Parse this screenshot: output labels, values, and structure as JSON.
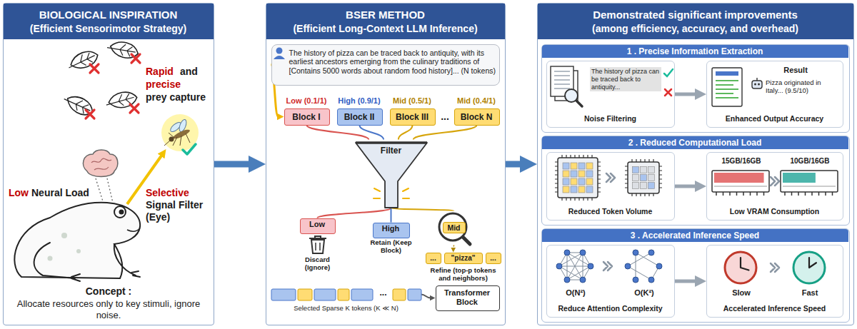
{
  "diagram": {
    "nodes": [
      {
        "text": [
          "BIOLOGICAL INSPIRATION",
          "(Efficient Sensorimotor Strategy)"
        ]
      },
      {
        "text": [
          "BSER METHOD",
          "(Efficient Long-Context LLM Inference)"
        ]
      },
      {
        "text": [
          "Demonstrated significant improvements",
          "(among efficiency, accuracy, and overhead)"
        ]
      },
      {
        "text": [
          "The history of pizza can be traced back to antiquity, with its earliest ancestors emerging from the culinary traditions of [Contains 5000 words about random food history]... (N tokens)"
        ],
        "in": 1
      },
      {
        "text": [
          "Low (0.1/1)",
          "Block I"
        ],
        "in": 1
      },
      {
        "text": [
          "High (0.9/1)",
          "Block II"
        ],
        "in": 1
      },
      {
        "text": [
          "Mid (0.5/1)",
          "Block III"
        ],
        "in": 1
      },
      {
        "text": [
          "Mid (0.4/1)",
          "Block N"
        ],
        "in": 1
      },
      {
        "text": [
          "Filter"
        ],
        "in": 1
      },
      {
        "text": [
          "Low"
        ],
        "in": 1
      },
      {
        "text": [
          "High",
          "Retain (Keep Block)"
        ],
        "in": 1
      },
      {
        "text": [
          "Mid"
        ],
        "in": 1
      },
      {
        "text": [
          "Discard (Ignore)"
        ],
        "in": 1
      },
      {
        "text": [
          "...",
          "\"pizza\"",
          "...",
          "Refine (top-p tokens and neighbors)"
        ],
        "in": 1
      },
      {
        "text": [
          "...",
          "Selected Sparse K tokens (K ≪ N)"
        ],
        "in": 1
      },
      {
        "text": [
          "Transformer Block"
        ],
        "in": 1
      },
      {
        "text": [
          "1 . Precise Information Extraction"
        ],
        "in": 2
      },
      {
        "text": [
          "The history of pizza can be traced back to antiquity...",
          "Noise Filtering"
        ],
        "in": 16
      },
      {
        "text": [
          "Result",
          "Pizza originated in Italy... (9.5/10)",
          "Enhanced Output Accuracy"
        ],
        "in": 16
      },
      {
        "text": [
          "2 . Reduced Computational Load"
        ],
        "in": 2
      },
      {
        "text": [
          "Reduced Token Volume"
        ],
        "in": 19
      },
      {
        "text": [
          "15GB/16GB",
          "10GB/16GB",
          "Low VRAM Consumption"
        ],
        "in": 19
      },
      {
        "text": [
          "3 . Accelerated Inference Speed"
        ],
        "in": 2
      },
      {
        "text": [
          "O(N²)",
          "O(K²)",
          "Reduce Attention Complexity"
        ],
        "in": 22
      },
      {
        "text": [
          "Slow",
          "Fast",
          "Accelerated Inference Speed"
        ],
        "in": 22
      }
    ],
    "edges": [
      {
        "from": 0,
        "to": 1,
        "arrow": "to"
      },
      {
        "from": 1,
        "to": 2,
        "arrow": "to"
      },
      {
        "from": 3,
        "to": 4,
        "arrow": "to"
      },
      {
        "from": 4,
        "to": 8,
        "arrow": "none"
      },
      {
        "from": 5,
        "to": 8,
        "arrow": "none"
      },
      {
        "from": 6,
        "to": 8,
        "arrow": "none"
      },
      {
        "from": 7,
        "to": 8,
        "arrow": "none"
      },
      {
        "from": 8,
        "to": 9,
        "arrow": "none"
      },
      {
        "from": 8,
        "to": 10,
        "arrow": "none"
      },
      {
        "from": 8,
        "to": 11,
        "arrow": "none"
      },
      {
        "from": 9,
        "to": 12,
        "arrow": "to"
      },
      {
        "from": 11,
        "to": 13,
        "arrow": "to"
      },
      {
        "from": 14,
        "to": 15,
        "arrow": "to"
      },
      {
        "from": 17,
        "to": 18,
        "arrow": "to"
      },
      {
        "from": 20,
        "to": 21,
        "arrow": "to"
      },
      {
        "from": 23,
        "to": 24,
        "arrow": "to"
      }
    ],
    "labels": [
      "Rapid",
      "and",
      "precise",
      "prey capture",
      "Selective",
      "Signal Filter (Eye)",
      "Low",
      "Neural Load",
      "Concept :",
      "Allocate resources only to key stimuli, ignore noise.",
      "..."
    ]
  }
}
